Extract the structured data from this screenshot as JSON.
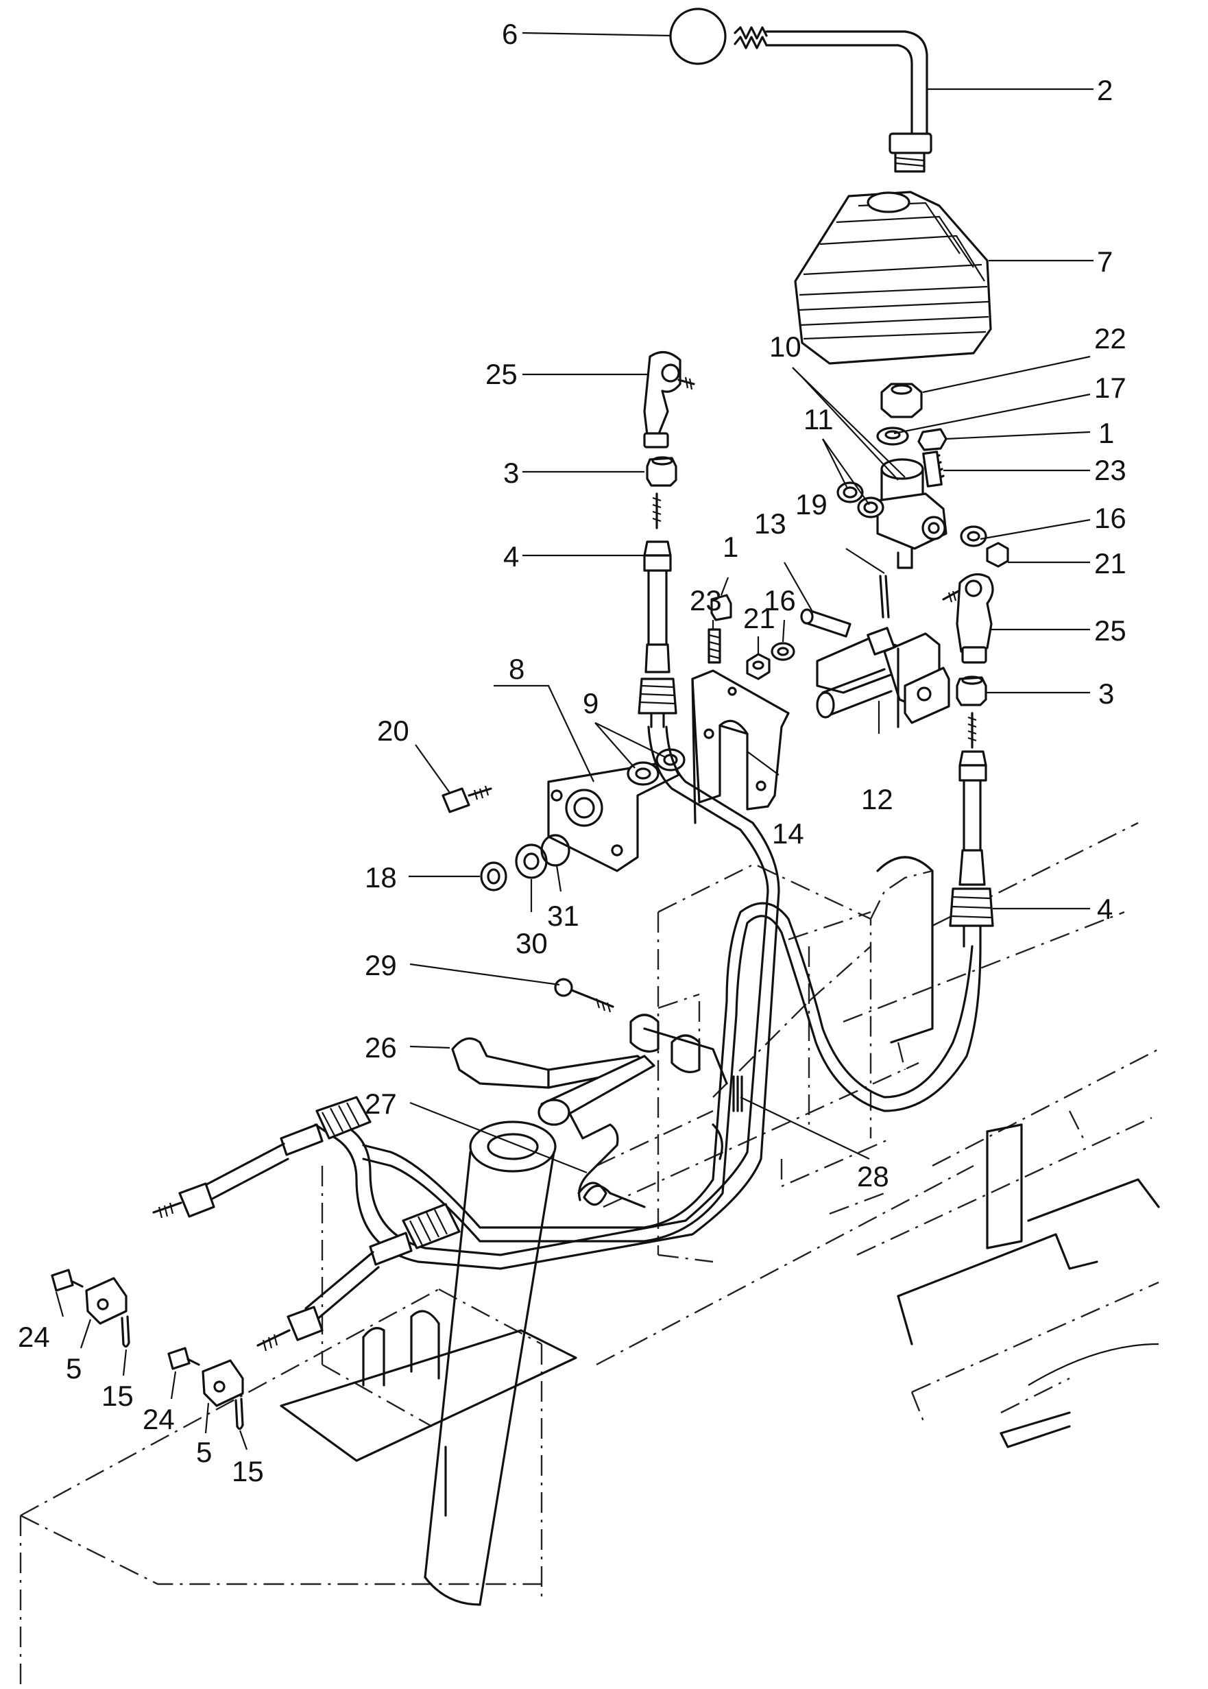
{
  "callouts": [
    {
      "id": "c6",
      "text": "6"
    },
    {
      "id": "c2",
      "text": "2"
    },
    {
      "id": "c7",
      "text": "7"
    },
    {
      "id": "c10",
      "text": "10"
    },
    {
      "id": "c22",
      "text": "22"
    },
    {
      "id": "c25a",
      "text": "25"
    },
    {
      "id": "c17",
      "text": "17"
    },
    {
      "id": "c11",
      "text": "11"
    },
    {
      "id": "c1a",
      "text": "1"
    },
    {
      "id": "c3a",
      "text": "3"
    },
    {
      "id": "c23a",
      "text": "23"
    },
    {
      "id": "c19",
      "text": "19"
    },
    {
      "id": "c13",
      "text": "13"
    },
    {
      "id": "c16a",
      "text": "16"
    },
    {
      "id": "c4a",
      "text": "4"
    },
    {
      "id": "c1b",
      "text": "1"
    },
    {
      "id": "c21a",
      "text": "21"
    },
    {
      "id": "c23b",
      "text": "23"
    },
    {
      "id": "c16b",
      "text": "16"
    },
    {
      "id": "c21b",
      "text": "21"
    },
    {
      "id": "c25b",
      "text": "25"
    },
    {
      "id": "c8",
      "text": "8"
    },
    {
      "id": "c3b",
      "text": "3"
    },
    {
      "id": "c9",
      "text": "9"
    },
    {
      "id": "c20",
      "text": "20"
    },
    {
      "id": "c12",
      "text": "12"
    },
    {
      "id": "c14",
      "text": "14"
    },
    {
      "id": "c18",
      "text": "18"
    },
    {
      "id": "c31",
      "text": "31"
    },
    {
      "id": "c30",
      "text": "30"
    },
    {
      "id": "c4b",
      "text": "4"
    },
    {
      "id": "c29",
      "text": "29"
    },
    {
      "id": "c26",
      "text": "26"
    },
    {
      "id": "c27",
      "text": "27"
    },
    {
      "id": "c28",
      "text": "28"
    },
    {
      "id": "c24a",
      "text": "24"
    },
    {
      "id": "c5a",
      "text": "5"
    },
    {
      "id": "c15a",
      "text": "15"
    },
    {
      "id": "c24b",
      "text": "24"
    },
    {
      "id": "c5b",
      "text": "5"
    },
    {
      "id": "c15b",
      "text": "15"
    }
  ]
}
